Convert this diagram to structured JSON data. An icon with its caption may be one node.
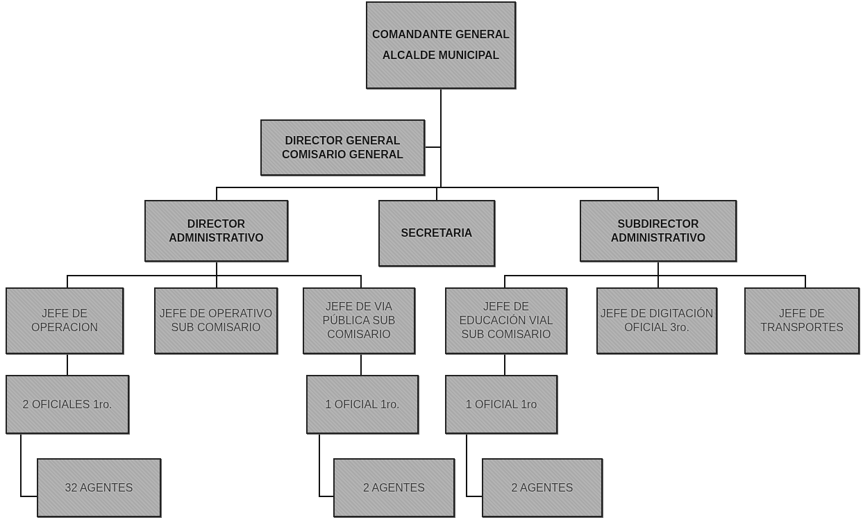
{
  "diagram": {
    "nodes": [
      {
        "text": [
          "COMANDANTE GENERAL",
          "ALCALDE MUNICIPAL"
        ]
      },
      {
        "text": [
          "DIRECTOR GENERAL",
          "COMISARIO GENERAL"
        ]
      },
      {
        "text": [
          "DIRECTOR ADMINISTRATIVO"
        ]
      },
      {
        "text": [
          "SECRETARIA"
        ]
      },
      {
        "text": [
          "SUBDIRECTOR ADMINISTRATIVO"
        ]
      },
      {
        "text": [
          "JEFE DE OPERACION"
        ]
      },
      {
        "text": [
          "JEFE DE OPERATIVO SUB COMISARIO"
        ]
      },
      {
        "text": [
          "JEFE DE VIA PÚBLICA SUB COMISARIO"
        ]
      },
      {
        "text": [
          "JEFE DE EDUCACIÓN VIAL SUB COMISARIO"
        ]
      },
      {
        "text": [
          "JEFE DE DIGITACIÓN OFICIAL 3ro."
        ]
      },
      {
        "text": [
          "JEFE DE TRANSPORTES"
        ]
      },
      {
        "text": [
          "2 OFICIALES 1ro."
        ]
      },
      {
        "text": [
          "1 OFICIAL 1ro."
        ]
      },
      {
        "text": [
          "1 OFICIAL 1ro"
        ]
      },
      {
        "text": [
          "32 AGENTES"
        ]
      },
      {
        "text": [
          "2 AGENTES"
        ]
      },
      {
        "text": [
          "2 AGENTES"
        ]
      }
    ],
    "edges": [
      {
        "from": 0,
        "to": 1,
        "arrow": "none"
      },
      {
        "from": 0,
        "to": 2,
        "arrow": "none"
      },
      {
        "from": 0,
        "to": 3,
        "arrow": "none"
      },
      {
        "from": 0,
        "to": 4,
        "arrow": "none"
      },
      {
        "from": 2,
        "to": 5,
        "arrow": "none"
      },
      {
        "from": 2,
        "to": 6,
        "arrow": "none"
      },
      {
        "from": 2,
        "to": 7,
        "arrow": "none"
      },
      {
        "from": 4,
        "to": 8,
        "arrow": "none"
      },
      {
        "from": 4,
        "to": 9,
        "arrow": "none"
      },
      {
        "from": 4,
        "to": 10,
        "arrow": "none"
      },
      {
        "from": 5,
        "to": 11,
        "arrow": "none"
      },
      {
        "from": 7,
        "to": 12,
        "arrow": "none"
      },
      {
        "from": 8,
        "to": 13,
        "arrow": "none"
      },
      {
        "from": 11,
        "to": 14,
        "arrow": "none"
      },
      {
        "from": 12,
        "to": 15,
        "arrow": "none"
      },
      {
        "from": 13,
        "to": 16,
        "arrow": "none"
      }
    ]
  }
}
